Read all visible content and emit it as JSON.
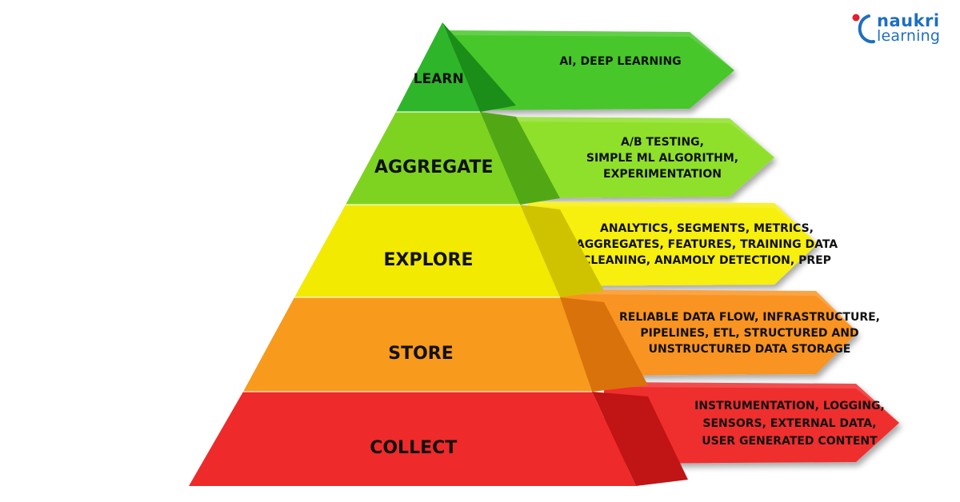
{
  "brand": {
    "line1": "naukri",
    "line2": "learning",
    "primary_color": "#1e6fc0",
    "accent_color": "#e2202c",
    "icon": "naukri-learning-logo-icon"
  },
  "tiers": [
    {
      "id": "learn",
      "label": "LEARN",
      "color_front": "#2fb52a",
      "color_side": "#1b8d19",
      "color_arrow": "#46c72c",
      "description": [
        "AI, DEEP LEARNING"
      ]
    },
    {
      "id": "aggregate",
      "label": "AGGREGATE",
      "color_front": "#7ed321",
      "color_side": "#52a814",
      "color_arrow": "#8fe02a",
      "description": [
        "A/B TESTING,",
        "SIMPLE ML ALGORITHM,",
        "EXPERIMENTATION"
      ]
    },
    {
      "id": "explore",
      "label": "EXPLORE",
      "color_front": "#f2ea00",
      "color_side": "#cfc300",
      "color_arrow": "#f7ef10",
      "description": [
        "ANALYTICS, SEGMENTS, METRICS,",
        "AGGREGATES, FEATURES, TRAINING DATA",
        "CLEANING, ANAMOLY DETECTION, PREP"
      ]
    },
    {
      "id": "store",
      "label": "STORE",
      "color_front": "#f89a1c",
      "color_side": "#d9720a",
      "color_arrow": "#f99420",
      "description": [
        "RELIABLE DATA FLOW, INFRASTRUCTURE,",
        "PIPELINES, ETL, STRUCTURED AND",
        "UNSTRUCTURED DATA STORAGE"
      ]
    },
    {
      "id": "collect",
      "label": "COLLECT",
      "color_front": "#ee2a2a",
      "color_side": "#c11414",
      "color_arrow": "#ef2f2f",
      "description": [
        "INSTRUMENTATION, LOGGING,",
        "SENSORS, EXTERNAL DATA,",
        "USER GENERATED CONTENT"
      ]
    }
  ]
}
